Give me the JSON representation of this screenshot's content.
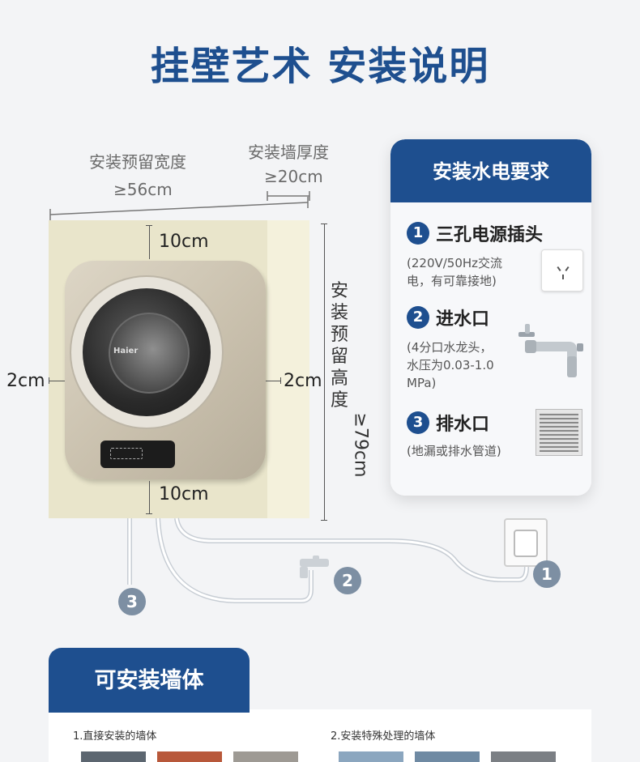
{
  "title": "挂壁艺术 安装说明",
  "dimensions": {
    "width_label": "安装预留宽度",
    "width_value": "≥56cm",
    "wall_label": "安装墙厚度",
    "wall_value": "≥20cm",
    "top_gap": "10cm",
    "bottom_gap": "10cm",
    "left_gap": "2cm",
    "right_gap": "2cm",
    "height_label": "安装预留高度",
    "height_value": "≥79cm"
  },
  "washer": {
    "brand": "Haier"
  },
  "requirements": {
    "header": "安装水电要求",
    "items": [
      {
        "num": "1",
        "title": "三孔电源插头",
        "note_line1": "(220V/50Hz交流",
        "note_line2": "电，有可靠接地)",
        "icon": "socket-icon"
      },
      {
        "num": "2",
        "title": "进水口",
        "note_line1": "(4分口水龙头，",
        "note_line2": "水压为0.03-1.0",
        "note_line3": "MPa)",
        "icon": "faucet-icon"
      },
      {
        "num": "3",
        "title": "排水口",
        "note_line1": "(地漏或排水管道)",
        "icon": "drain-icon"
      }
    ]
  },
  "connections": {
    "badge1": "1",
    "badge2": "2",
    "badge3": "3"
  },
  "walls": {
    "header": "可安装墙体",
    "cat1": "1.直接安装的墙体",
    "cat2": "2.安装特殊处理的墙体"
  }
}
